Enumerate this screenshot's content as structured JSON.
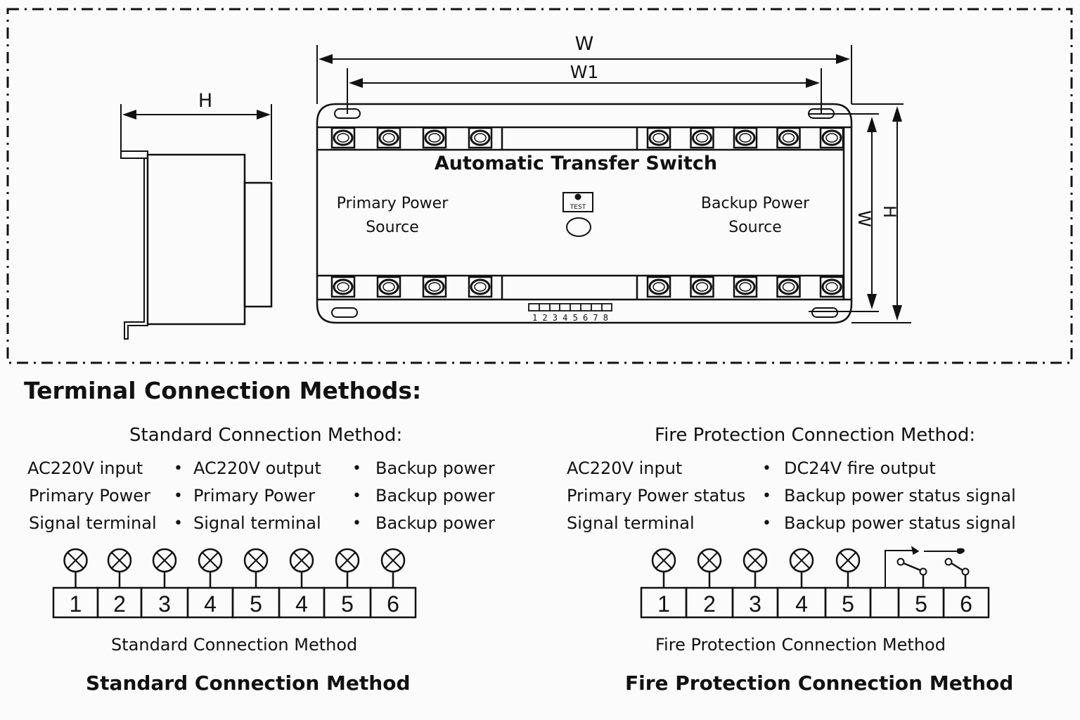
{
  "drawing": {
    "dimension_labels": {
      "side_h": "H",
      "width_w": "W",
      "width_w1": "W1",
      "right_w": "W",
      "right_h": "H"
    },
    "device_title": "Automatic Transfer Switch",
    "primary_label": [
      "Primary Power",
      "Source"
    ],
    "backup_label": [
      "Backup Power",
      "Source"
    ],
    "test_button_label": "TEST",
    "control_terminal_labels": "1 2 3 4 5 6 7 8",
    "top_left_terminals": 4,
    "top_right_terminals": 5,
    "bottom_left_terminals": 4,
    "bottom_right_terminals": 5
  },
  "section_title": "Terminal Connection Methods:",
  "standard": {
    "heading": "Standard Connection Method:",
    "col1": [
      "AC220V input",
      "Primary Power",
      "Signal terminal"
    ],
    "col2": [
      "AC220V output",
      "Primary Power",
      "Signal terminal"
    ],
    "col3": [
      "Backup power",
      "Backup power",
      "Backup power"
    ],
    "terminals": [
      "1",
      "2",
      "3",
      "4",
      "5",
      "4",
      "5",
      "6"
    ],
    "caption": "Standard Connection Method",
    "caption_bold": "Standard Connection Method"
  },
  "fire": {
    "heading": "Fire Protection Connection Method:",
    "col1": [
      "AC220V input",
      "Primary Power status",
      "Signal terminal"
    ],
    "col2": [
      "DC24V fire output",
      "Backup power status signal",
      "Backup power status signal"
    ],
    "terminals": [
      "1",
      "2",
      "3",
      "4",
      "5",
      "",
      "5",
      "6"
    ],
    "caption": "Fire Protection Connection Method",
    "caption_bold": "Fire Protection Connection Method"
  },
  "bullet_char": "•"
}
